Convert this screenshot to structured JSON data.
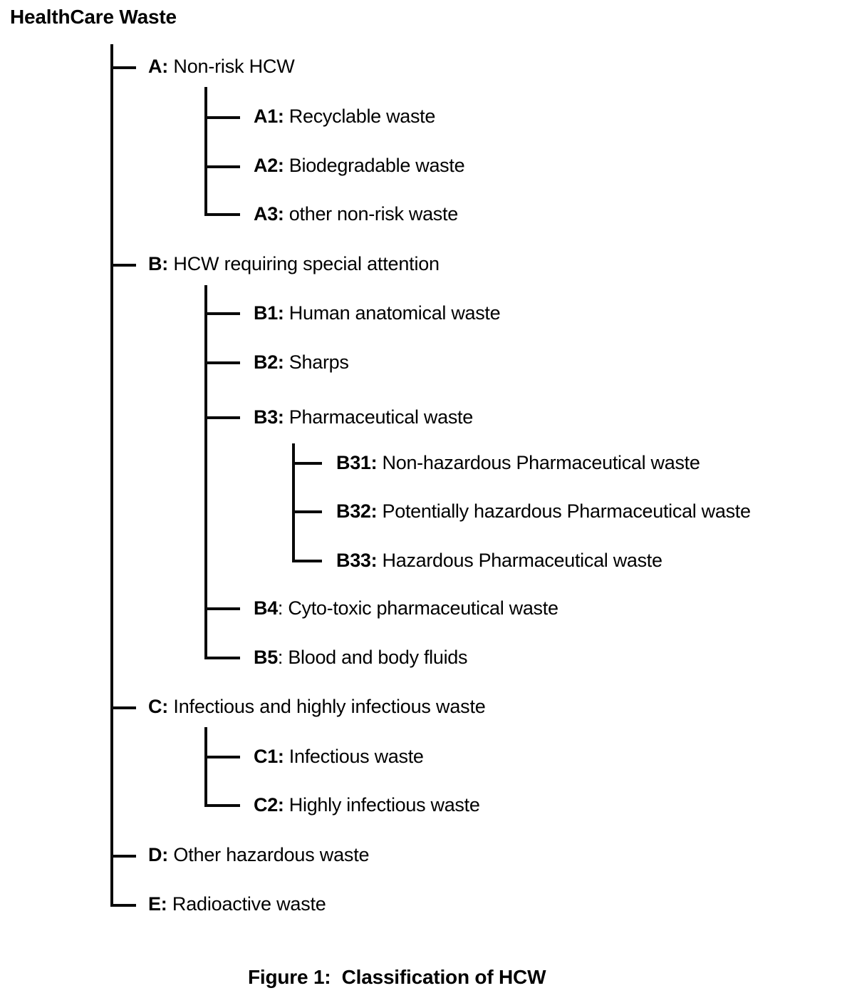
{
  "figure": {
    "root_label": "HealthCare Waste",
    "caption": "Figure 1:  Classification of HCW",
    "line_color": "#0a0a0a",
    "text_color": "#000000",
    "background": "#ffffff"
  },
  "tree": {
    "level1": [
      {
        "code": "A:",
        "desc": " Non-risk HCW"
      },
      {
        "code": "B:",
        "desc": " HCW requiring special attention"
      },
      {
        "code": "C:",
        "desc": " Infectious and highly infectious waste"
      },
      {
        "code": "D:",
        "desc": " Other hazardous waste"
      },
      {
        "code": "E:",
        "desc": " Radioactive waste"
      }
    ],
    "a_children": [
      {
        "code": "A1:",
        "desc": " Recyclable waste"
      },
      {
        "code": "A2:",
        "desc": " Biodegradable waste"
      },
      {
        "code": "A3:",
        "desc": " other non-risk waste"
      }
    ],
    "b_children": [
      {
        "code": "B1:",
        "desc": " Human anatomical waste"
      },
      {
        "code": "B2:",
        "desc": " Sharps"
      },
      {
        "code": "B3:",
        "desc": " Pharmaceutical waste"
      },
      {
        "code": "B4",
        "desc": ": Cyto-toxic pharmaceutical waste"
      },
      {
        "code": "B5",
        "desc": ": Blood and body fluids"
      }
    ],
    "b3_children": [
      {
        "code": "B31:",
        "desc": " Non-hazardous Pharmaceutical waste"
      },
      {
        "code": "B32:",
        "desc": " Potentially hazardous Pharmaceutical waste"
      },
      {
        "code": "B33:",
        "desc": " Hazardous Pharmaceutical waste"
      }
    ],
    "c_children": [
      {
        "code": "C1:",
        "desc": " Infectious waste"
      },
      {
        "code": "C2:",
        "desc": " Highly infectious waste"
      }
    ]
  }
}
